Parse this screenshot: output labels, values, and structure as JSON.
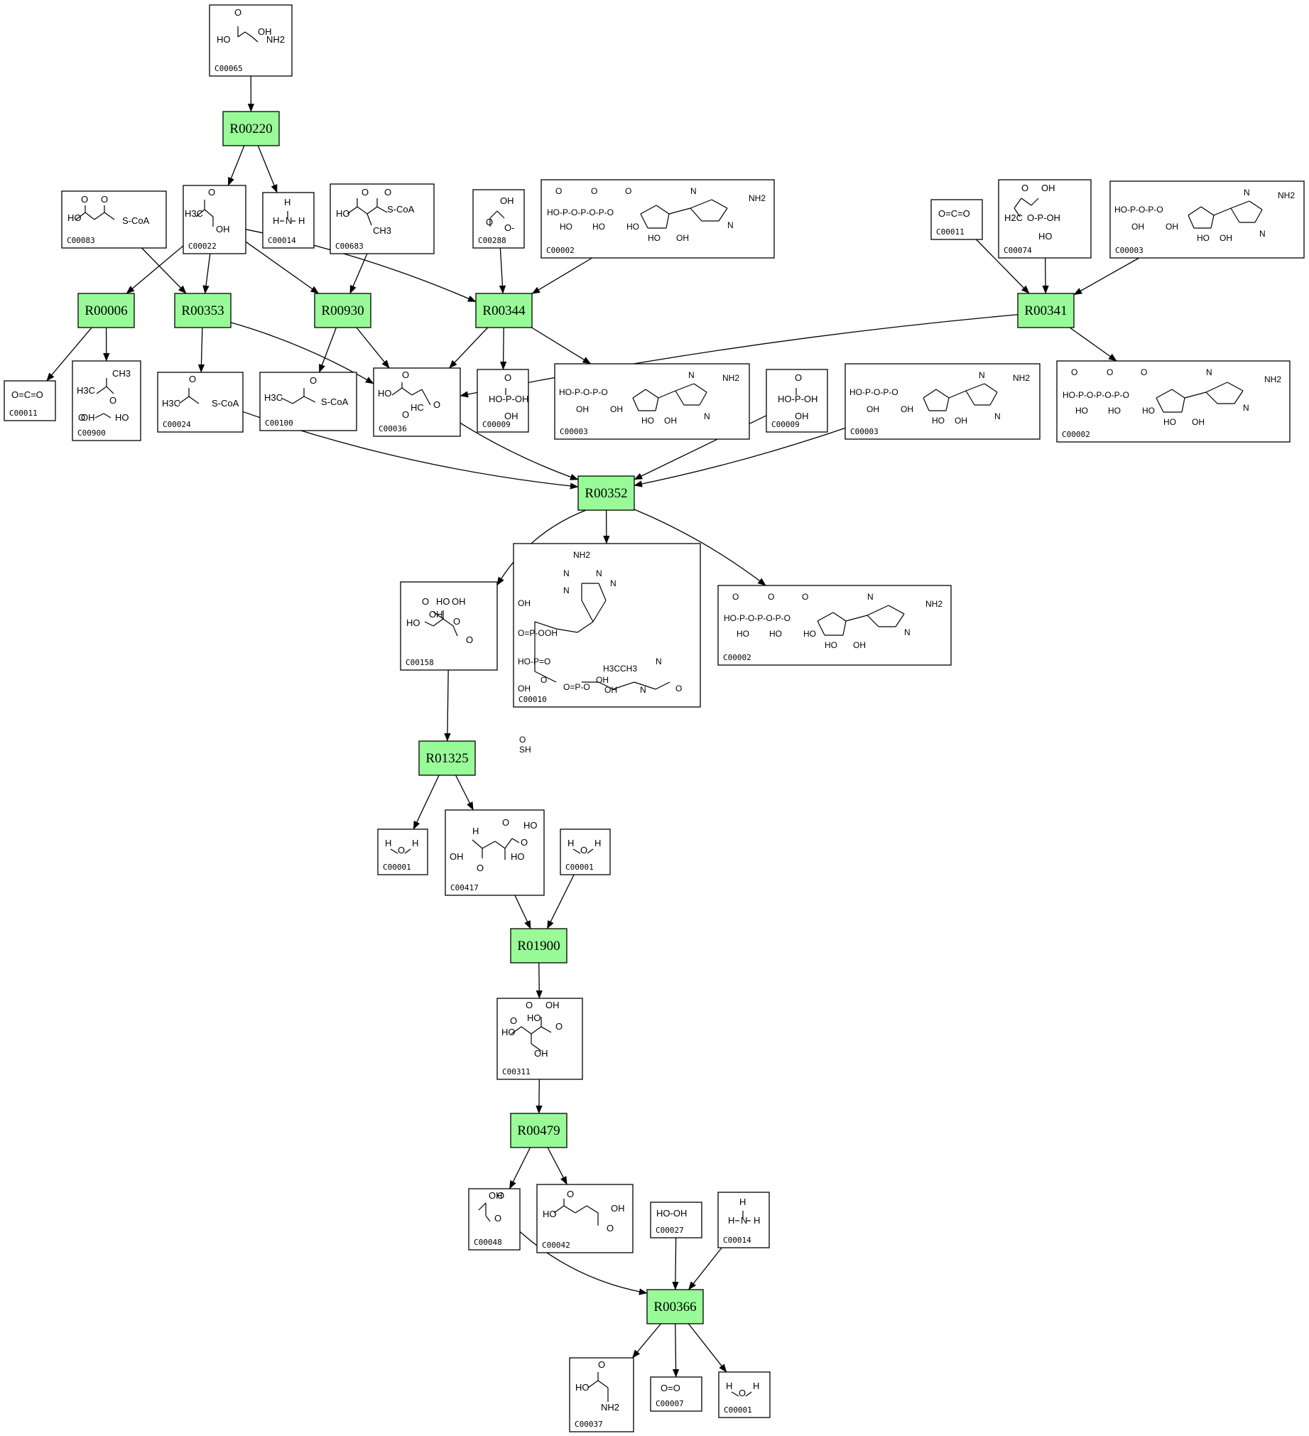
{
  "colors": {
    "reaction_fill": "#98FB98",
    "node_border": "#000000",
    "background": "#ffffff"
  },
  "reactions": [
    {
      "id": "R00220"
    },
    {
      "id": "R00006"
    },
    {
      "id": "R00353"
    },
    {
      "id": "R00930"
    },
    {
      "id": "R00344"
    },
    {
      "id": "R00341"
    },
    {
      "id": "R00352"
    },
    {
      "id": "R01325"
    },
    {
      "id": "R01900"
    },
    {
      "id": "R00479"
    },
    {
      "id": "R00366"
    }
  ],
  "compounds": [
    {
      "key": "c00065",
      "id": "C00065",
      "formula": [
        "HO",
        "OH",
        "NH2",
        "O"
      ]
    },
    {
      "key": "c00083",
      "id": "C00083",
      "formula": [
        "O",
        "O",
        "HO",
        "S-CoA"
      ]
    },
    {
      "key": "c00022",
      "id": "C00022",
      "formula": [
        "H3C",
        "O",
        "OH"
      ]
    },
    {
      "key": "c00014a",
      "id": "C00014",
      "formula": [
        "H",
        "H",
        "N",
        "H"
      ]
    },
    {
      "key": "c00683",
      "id": "C00683",
      "formula": [
        "O",
        "O",
        "HO",
        "S-CoA",
        "CH3"
      ]
    },
    {
      "key": "c00288",
      "id": "C00288",
      "formula": [
        "OH",
        "O",
        "O-"
      ]
    },
    {
      "key": "c00002a",
      "id": "C00002",
      "formula": [
        "O",
        "O",
        "O",
        "HO-P-O-P-O-P-O",
        "HO",
        "HO",
        "HO",
        "NH2",
        "N",
        "N",
        "HO",
        "OH"
      ]
    },
    {
      "key": "c00011a",
      "id": "C00011",
      "formula": [
        "O=C=O"
      ]
    },
    {
      "key": "c00074",
      "id": "C00074",
      "formula": [
        "O",
        "OH",
        "H2C",
        "O-P-OH",
        "HO"
      ]
    },
    {
      "key": "c00003a",
      "id": "C00003",
      "formula": [
        "HO-P-O-P-O",
        "OH",
        "OH",
        "NH2",
        "N",
        "N",
        "HO",
        "OH"
      ]
    },
    {
      "key": "c00011b",
      "id": "C00011",
      "formula": [
        "O=C=O"
      ]
    },
    {
      "key": "c00900",
      "id": "C00900",
      "formula": [
        "CH3",
        "H3C",
        "O",
        "OH",
        "HO",
        "O"
      ]
    },
    {
      "key": "c00024",
      "id": "C00024",
      "formula": [
        "O",
        "H3C",
        "S-CoA"
      ]
    },
    {
      "key": "c00100",
      "id": "C00100",
      "formula": [
        "O",
        "H3C",
        "S-CoA"
      ]
    },
    {
      "key": "c00036",
      "id": "C00036",
      "formula": [
        "O",
        "HO",
        "O",
        "HC",
        "O"
      ]
    },
    {
      "key": "c00009a",
      "id": "C00009",
      "formula": [
        "O",
        "HO-P-OH",
        "OH"
      ]
    },
    {
      "key": "c00003b",
      "id": "C00003",
      "formula": [
        "HO-P-O-P-O",
        "OH",
        "OH",
        "NH2",
        "N",
        "N",
        "HO",
        "OH"
      ]
    },
    {
      "key": "c00009b",
      "id": "C00009",
      "formula": [
        "O",
        "HO-P-OH",
        "OH"
      ]
    },
    {
      "key": "c00003c",
      "id": "C00003",
      "formula": [
        "HO-P-O-P-O",
        "OH",
        "OH",
        "NH2",
        "N",
        "N",
        "HO",
        "OH"
      ]
    },
    {
      "key": "c00002b",
      "id": "C00002",
      "formula": [
        "O",
        "O",
        "O",
        "HO-P-O-P-O-P-O",
        "HO",
        "HO",
        "HO",
        "NH2",
        "N",
        "N",
        "HO",
        "OH"
      ]
    },
    {
      "key": "c00158",
      "id": "C00158",
      "formula": [
        "O",
        "HO",
        "OH",
        "HO",
        "O",
        "O",
        "OH"
      ]
    },
    {
      "key": "c00010",
      "id": "C00010",
      "formula": [
        "NH2",
        "N",
        "N",
        "N",
        "N",
        "OH",
        "O=P-O",
        "OH",
        "HO-P=O",
        "OH",
        "O",
        "O=P-O",
        "OH",
        "H3C",
        "CH3",
        "OH",
        "N",
        "N",
        "O",
        "O",
        "SH"
      ]
    },
    {
      "key": "c00002c",
      "id": "C00002",
      "formula": [
        "O",
        "O",
        "O",
        "HO-P-O-P-O-P-O",
        "HO",
        "HO",
        "HO",
        "NH2",
        "N",
        "N",
        "HO",
        "OH"
      ]
    },
    {
      "key": "c00001a",
      "id": "C00001",
      "formula": [
        "H",
        "O",
        "H"
      ]
    },
    {
      "key": "c00417",
      "id": "C00417",
      "formula": [
        "H",
        "O",
        "OH",
        "HO",
        "O",
        "HO",
        "O"
      ]
    },
    {
      "key": "c00001b",
      "id": "C00001",
      "formula": [
        "H",
        "O",
        "H"
      ]
    },
    {
      "key": "c00311",
      "id": "C00311",
      "formula": [
        "O",
        "OH",
        "HO",
        "O",
        "OH",
        "HO",
        "O"
      ]
    },
    {
      "key": "c00048",
      "id": "C00048",
      "formula": [
        "OH",
        "O",
        "O"
      ]
    },
    {
      "key": "c00042",
      "id": "C00042",
      "formula": [
        "O",
        "HO",
        "OH",
        "O"
      ]
    },
    {
      "key": "c00027",
      "id": "C00027",
      "formula": [
        "HO-OH"
      ]
    },
    {
      "key": "c00014b",
      "id": "C00014",
      "formula": [
        "H",
        "H",
        "N",
        "H"
      ]
    },
    {
      "key": "c00037",
      "id": "C00037",
      "formula": [
        "O",
        "HO",
        "NH2"
      ]
    },
    {
      "key": "c00007",
      "id": "C00007",
      "formula": [
        "O=O"
      ]
    },
    {
      "key": "c00001c",
      "id": "C00001",
      "formula": [
        "H",
        "O",
        "H"
      ]
    }
  ]
}
